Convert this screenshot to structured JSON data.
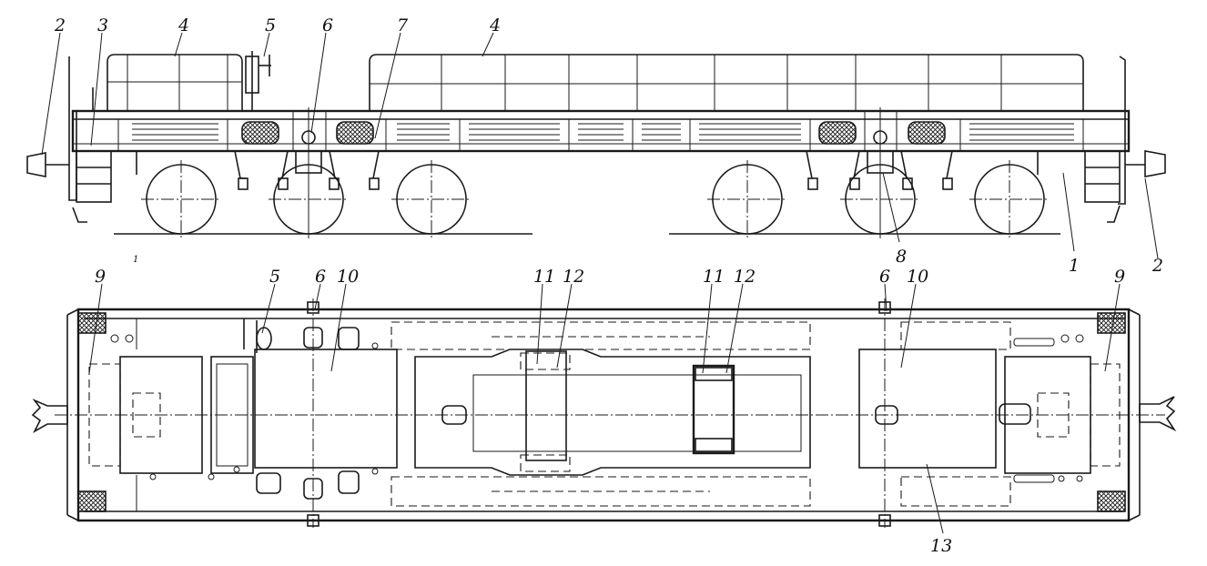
{
  "labels": {
    "side_view": [
      "2",
      "3",
      "4",
      "5",
      "6",
      "7",
      "4",
      "8",
      "1",
      "2",
      "1"
    ],
    "plan_view": [
      "9",
      "5",
      "6",
      "10",
      "11",
      "12",
      "11",
      "12",
      "6",
      "10",
      "9",
      "13"
    ]
  }
}
